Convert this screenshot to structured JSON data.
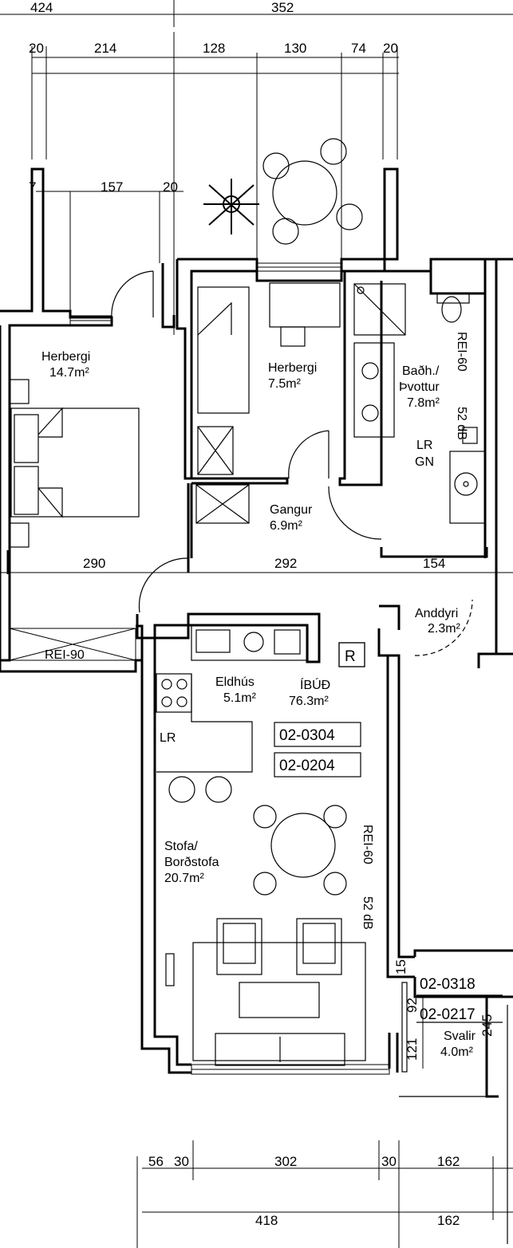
{
  "dimensions": {
    "top_outer": [
      "424",
      "352"
    ],
    "top_inner": [
      "20",
      "214",
      "128",
      "130",
      "74",
      "20"
    ],
    "left_upper": [
      "157",
      "20"
    ],
    "left_small": "7",
    "middle_row": [
      "290",
      "292",
      "154"
    ],
    "side": [
      "15",
      "92",
      "121",
      "245"
    ],
    "bottom_inner": [
      "56",
      "30",
      "302",
      "30",
      "162"
    ],
    "bottom_outer": [
      "418",
      "162"
    ]
  },
  "rooms": {
    "herbergi1": {
      "name": "Herbergi",
      "area": "14.7m²"
    },
    "herbergi2": {
      "name": "Herbergi",
      "area": "7.5m²"
    },
    "bad": {
      "name": "Baðh./",
      "name2": "Þvottur",
      "area": "7.8m²"
    },
    "gangur": {
      "name": "Gangur",
      "area": "6.9m²"
    },
    "anddyri": {
      "name": "Anddyri",
      "area": "2.3m²"
    },
    "eldhus": {
      "name": "Eldhús",
      "area": "5.1m²"
    },
    "ibud": {
      "name": "ÍBÚÐ",
      "area": "76.3m²"
    },
    "stofa": {
      "name": "Stofa/",
      "name2": "Borðstofa",
      "area": "20.7m²"
    },
    "svalir": {
      "name": "Svalir",
      "area": "4.0m²"
    }
  },
  "labels": {
    "rei60_bath": "REI-60",
    "db_bath": "52 dB",
    "lr_gn_1": "LR",
    "lr_gn_2": "GN",
    "rei90": "REI-90",
    "r_box": "R",
    "lr_kitchen": "LR",
    "rei60_stofa": "REI-60",
    "db_stofa": "52 dB"
  },
  "codes": [
    "02-0304",
    "02-0204",
    "02-0318",
    "02-0217"
  ]
}
